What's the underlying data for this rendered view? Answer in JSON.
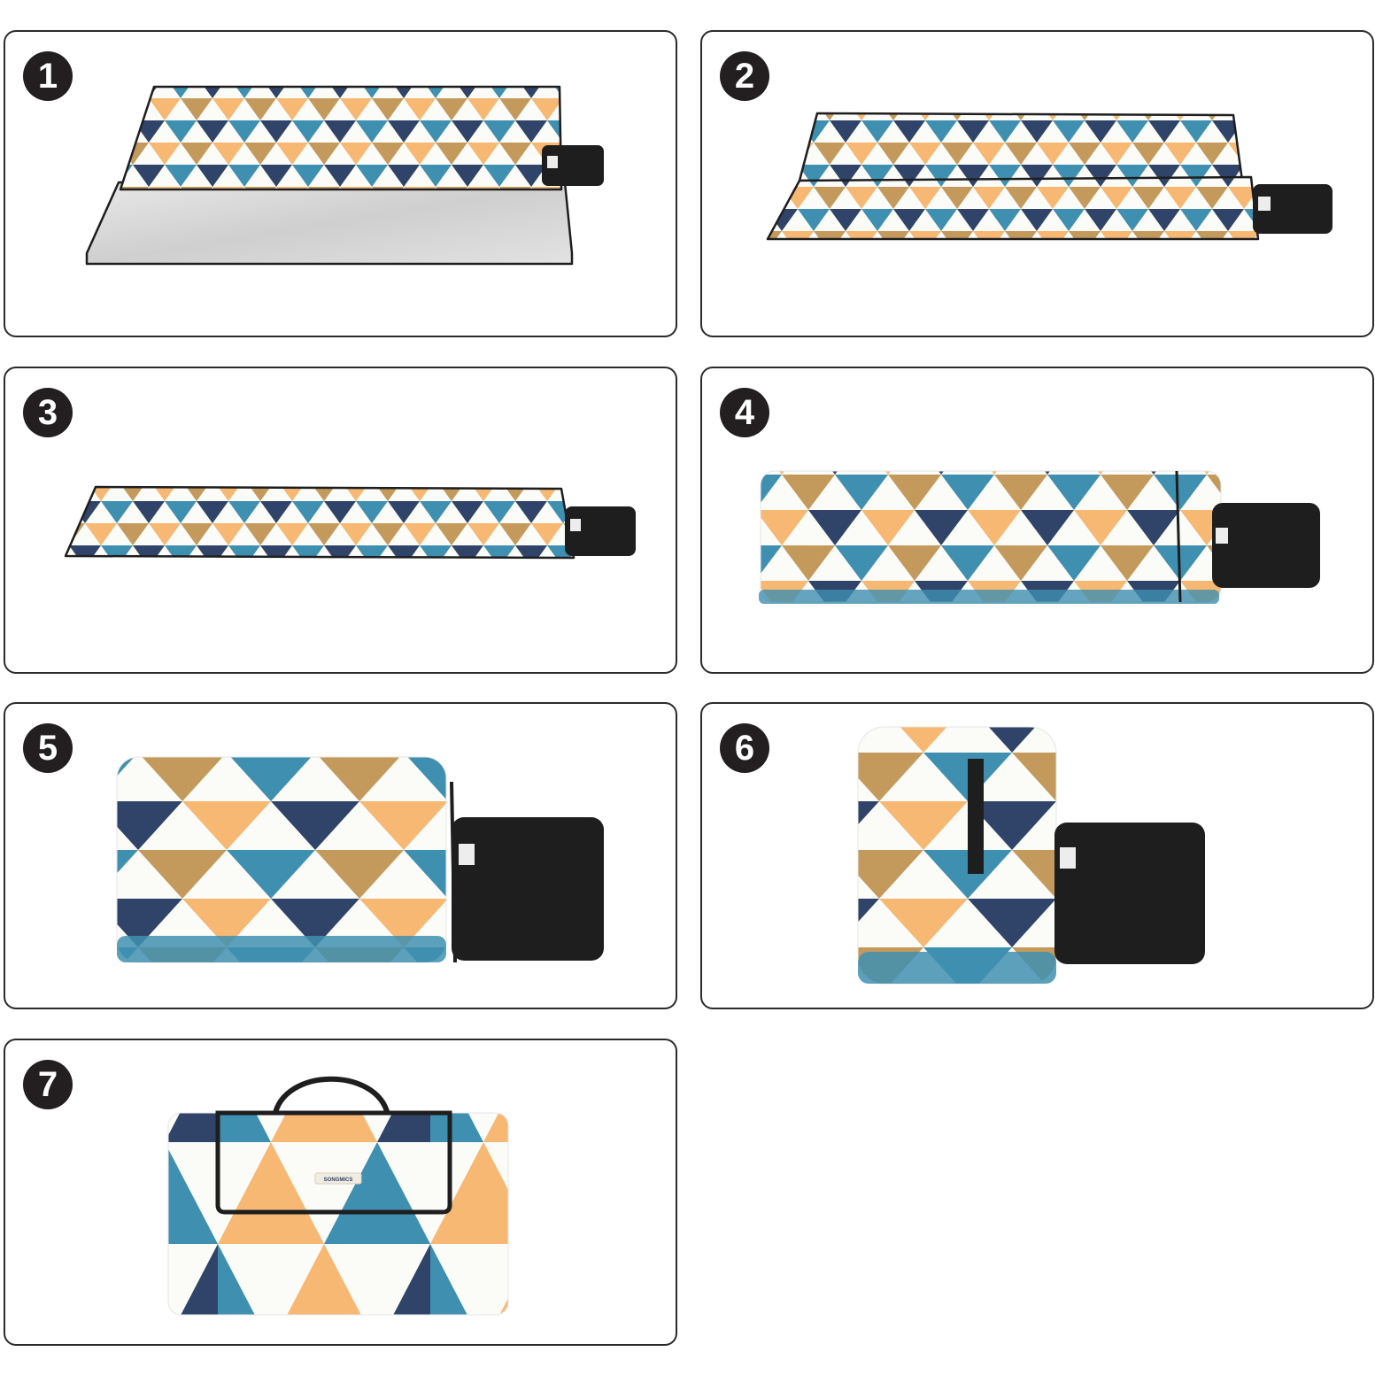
{
  "title": "Picnic blanket folding steps",
  "colors": {
    "border": "#2b2b2b",
    "badge_bg": "#231f20",
    "badge_text": "#ffffff",
    "navy": "#2f4468",
    "teal": "#3f8fb0",
    "peach": "#f6b872",
    "tan": "#c49a5c",
    "white": "#fbfbf8",
    "silver": "#d9d9d9",
    "black": "#1e1e1e"
  },
  "steps": [
    {
      "number": "1",
      "description": "Blanket fully open, top half folded showing patterned side over silver waterproof backing"
    },
    {
      "number": "2",
      "description": "Blanket folded in half lengthwise, patterned side up"
    },
    {
      "number": "3",
      "description": "Blanket folded again into a long narrow strip"
    },
    {
      "number": "4",
      "description": "Strip folded in half widthwise"
    },
    {
      "number": "5",
      "description": "Folded again into a compact stack with black flap extended"
    },
    {
      "number": "6",
      "description": "Folded to final width with black flap extended"
    },
    {
      "number": "7",
      "description": "Rolled up and closed with flap and carry handle"
    }
  ],
  "brand_label": "SONGMICS"
}
